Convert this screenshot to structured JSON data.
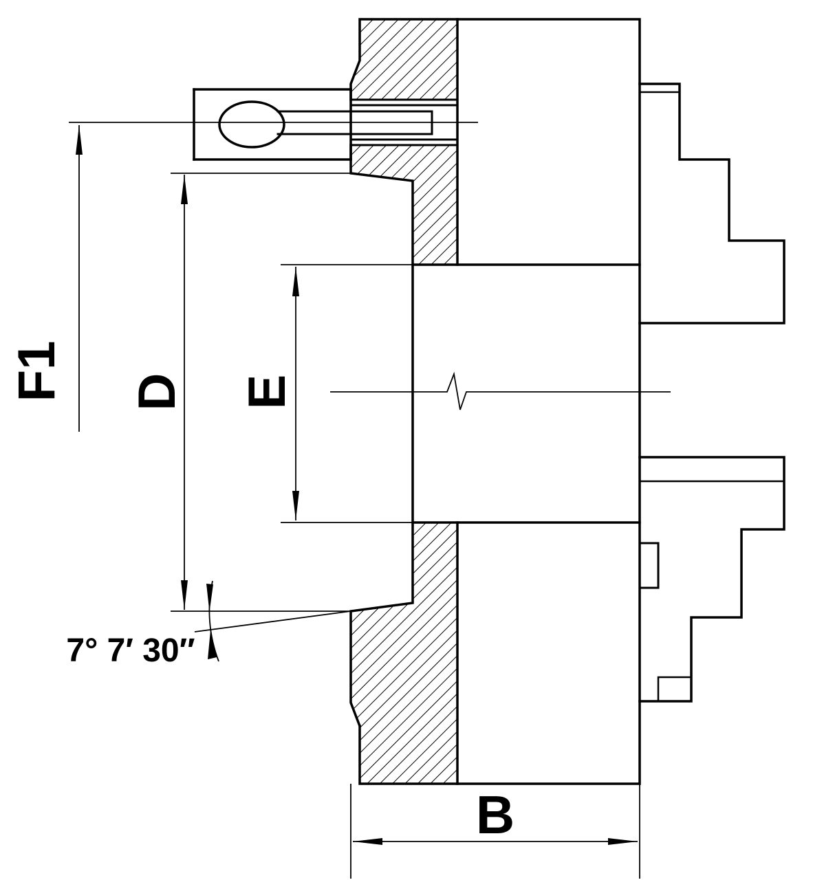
{
  "page": {
    "background": "#ffffff",
    "line_color": "#000000"
  },
  "drawing": {
    "labels": {
      "f1": "F1",
      "d": "D",
      "e": "E",
      "b": "B",
      "angle": "7° 7′ 30″"
    }
  }
}
